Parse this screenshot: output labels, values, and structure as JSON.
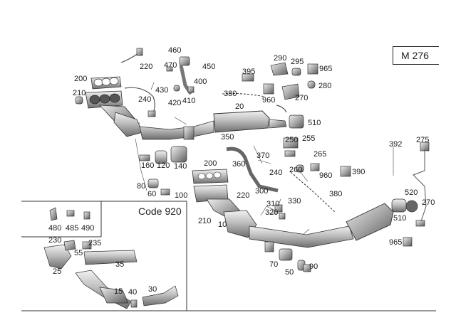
{
  "model_code": "M 276",
  "variant_label": "Code 920",
  "callouts": [
    {
      "id": "460",
      "text": "460"
    },
    {
      "id": "220a",
      "text": "220"
    },
    {
      "id": "470",
      "text": "470"
    },
    {
      "id": "450",
      "text": "450"
    },
    {
      "id": "200a",
      "text": "200"
    },
    {
      "id": "400",
      "text": "400"
    },
    {
      "id": "430",
      "text": "430"
    },
    {
      "id": "210a",
      "text": "210"
    },
    {
      "id": "240a",
      "text": "240"
    },
    {
      "id": "420",
      "text": "420"
    },
    {
      "id": "410",
      "text": "410"
    },
    {
      "id": "290",
      "text": "290"
    },
    {
      "id": "295",
      "text": "295"
    },
    {
      "id": "965a",
      "text": "965"
    },
    {
      "id": "395",
      "text": "395"
    },
    {
      "id": "280",
      "text": "280"
    },
    {
      "id": "380a",
      "text": "380"
    },
    {
      "id": "270a",
      "text": "270"
    },
    {
      "id": "960a",
      "text": "960"
    },
    {
      "id": "20",
      "text": "20"
    },
    {
      "id": "510a",
      "text": "510"
    },
    {
      "id": "350",
      "text": "350"
    },
    {
      "id": "250",
      "text": "250"
    },
    {
      "id": "255",
      "text": "255"
    },
    {
      "id": "275",
      "text": "275"
    },
    {
      "id": "392",
      "text": "392"
    },
    {
      "id": "370",
      "text": "370"
    },
    {
      "id": "265",
      "text": "265"
    },
    {
      "id": "160",
      "text": "160"
    },
    {
      "id": "120",
      "text": "120"
    },
    {
      "id": "140",
      "text": "140"
    },
    {
      "id": "200b",
      "text": "200"
    },
    {
      "id": "360",
      "text": "360"
    },
    {
      "id": "240b",
      "text": "240"
    },
    {
      "id": "260",
      "text": "260"
    },
    {
      "id": "960b",
      "text": "960"
    },
    {
      "id": "390",
      "text": "390"
    },
    {
      "id": "80",
      "text": "80"
    },
    {
      "id": "220b",
      "text": "220"
    },
    {
      "id": "300",
      "text": "300"
    },
    {
      "id": "60",
      "text": "60"
    },
    {
      "id": "100",
      "text": "100"
    },
    {
      "id": "380b",
      "text": "380"
    },
    {
      "id": "520",
      "text": "520"
    },
    {
      "id": "270b",
      "text": "270"
    },
    {
      "id": "330",
      "text": "330"
    },
    {
      "id": "310",
      "text": "310"
    },
    {
      "id": "320",
      "text": "320"
    },
    {
      "id": "510b",
      "text": "510"
    },
    {
      "id": "210b",
      "text": "210"
    },
    {
      "id": "10",
      "text": "10"
    },
    {
      "id": "480",
      "text": "480"
    },
    {
      "id": "485",
      "text": "485"
    },
    {
      "id": "490",
      "text": "490"
    },
    {
      "id": "230",
      "text": "230"
    },
    {
      "id": "235",
      "text": "235"
    },
    {
      "id": "55",
      "text": "55"
    },
    {
      "id": "965b",
      "text": "965"
    },
    {
      "id": "35",
      "text": "35"
    },
    {
      "id": "25",
      "text": "25"
    },
    {
      "id": "70",
      "text": "70"
    },
    {
      "id": "90",
      "text": "90"
    },
    {
      "id": "50",
      "text": "50"
    },
    {
      "id": "15",
      "text": "15"
    },
    {
      "id": "40",
      "text": "40"
    },
    {
      "id": "30",
      "text": "30"
    }
  ]
}
